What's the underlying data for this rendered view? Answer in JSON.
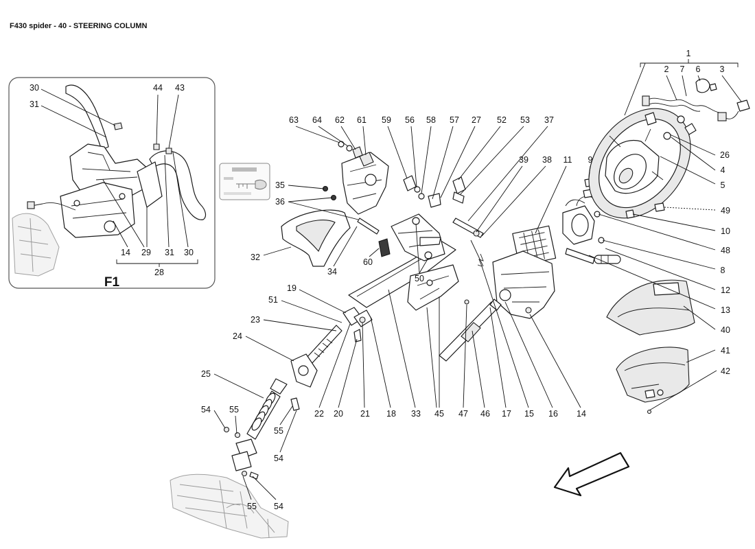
{
  "title": "F430 spider - 40 - STEERING COLUMN",
  "inset": {
    "label": "F1",
    "group_number": "28",
    "callouts": [
      "30",
      "31",
      "44",
      "43",
      "14",
      "29",
      "31",
      "30"
    ]
  },
  "main": {
    "assembly_number": "1",
    "top_row": [
      "63",
      "64",
      "62",
      "61",
      "59",
      "56",
      "58",
      "57",
      "27",
      "52",
      "53",
      "37"
    ],
    "upper_mid": [
      "39",
      "38",
      "11",
      "9"
    ],
    "wheel_parts": [
      "2",
      "7",
      "6",
      "3"
    ],
    "right_column": [
      "26",
      "4",
      "5",
      "49",
      "10",
      "48",
      "8",
      "12",
      "13",
      "40",
      "41",
      "42"
    ],
    "left_side": [
      "35",
      "36",
      "32",
      "34",
      "60",
      "50",
      "19",
      "51",
      "23",
      "24",
      "25",
      "54",
      "55",
      "55",
      "54",
      "55",
      "54"
    ],
    "bottom_row": [
      "22",
      "20",
      "21",
      "18",
      "33",
      "45",
      "47",
      "46",
      "17",
      "15",
      "16",
      "14"
    ]
  },
  "colors": {
    "ink": "#111111",
    "background": "#ffffff"
  }
}
